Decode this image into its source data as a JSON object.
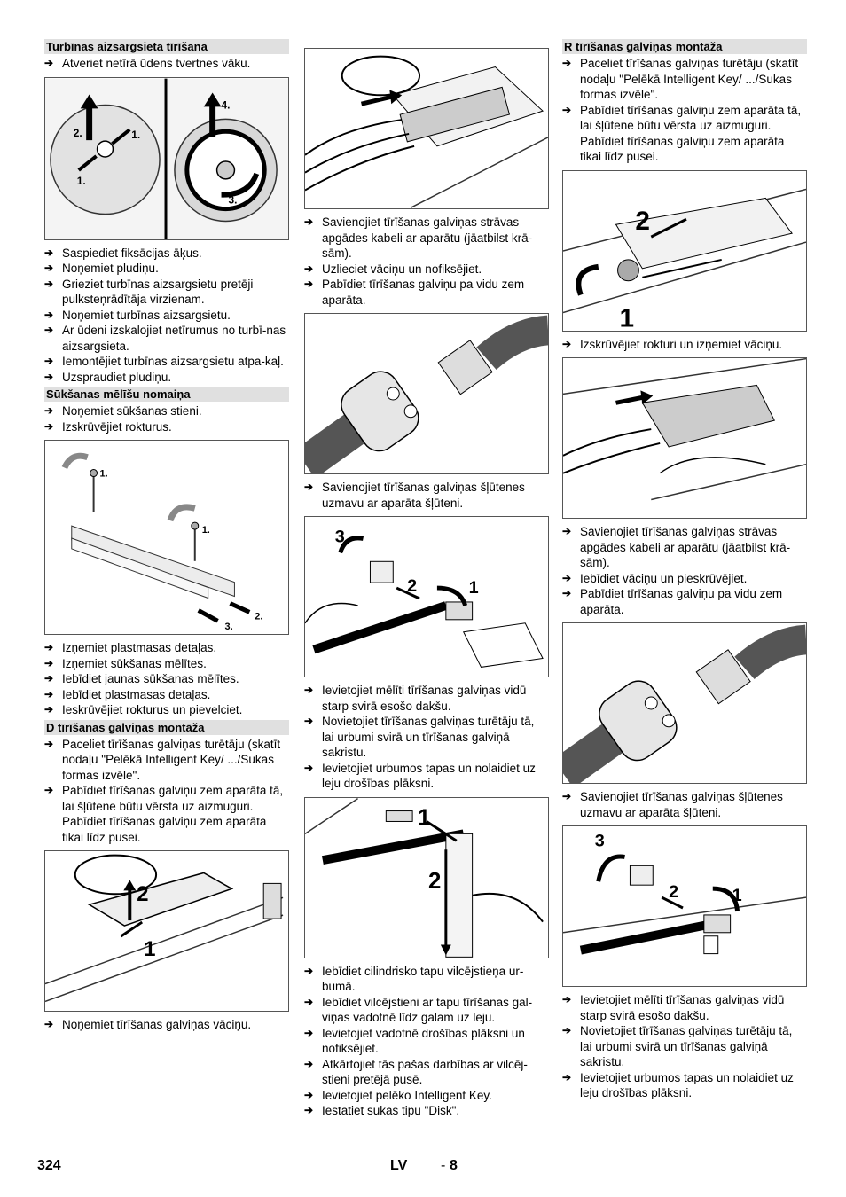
{
  "col1": {
    "h1": "Turbīnas aizsargsieta tīrīšana",
    "s1": [
      "Atveriet netīrā ūdens tvertnes vāku."
    ],
    "f1_labels": [
      "2.",
      "1.",
      "1.",
      "4.",
      "3."
    ],
    "s2": [
      "Saspiediet fiksācijas āķus.",
      "Noņemiet pludiņu.",
      "Grieziet turbīnas aizsargsietu pretēji pulksteņrādītāja virzienam.",
      "Noņemiet turbīnas aizsargsietu.",
      "Ar ūdeni izskalojiet netīrumus no turbī-nas aizsargsieta.",
      "Iemontējiet turbīnas aizsargsietu atpa-kaļ.",
      "Uzspraudiet pludiņu."
    ],
    "h2": "Sūkšanas mēlīšu nomaiņa",
    "s3": [
      "Noņemiet sūkšanas stieni.",
      "Izskrūvējiet rokturus."
    ],
    "f2_labels": [
      "1.",
      "1.",
      "2.",
      "3."
    ],
    "s4": [
      "Izņemiet plastmasas detaļas.",
      "Izņemiet sūkšanas mēlītes.",
      "Iebīdiet jaunas sūkšanas mēlītes.",
      "Iebīdiet plastmasas detaļas.",
      "Ieskrūvējiet rokturus un pievelciet."
    ],
    "h3": "D tīrīšanas galviņas montāža",
    "s5": [
      "Paceliet tīrīšanas galviņas turētāju (skatīt nodaļu \"Pelēkā Intelligent Key/ .../Sukas formas izvēle\".",
      "Pabīdiet tīrīšanas galviņu zem aparāta tā, lai šļūtene būtu vērsta uz aizmuguri. Pabīdiet tīrīšanas galviņu zem aparāta tikai līdz pusei."
    ],
    "f3_labels": [
      "2",
      "1"
    ],
    "s6": [
      "Noņemiet tīrīšanas galviņas vāciņu."
    ]
  },
  "col2": {
    "s1": [
      "Savienojiet tīrīšanas galviņas strāvas apgādes kabeli ar aparātu (jāatbilst krā-sām).",
      "Uzlieciet vāciņu un nofiksējiet.",
      "Pabīdiet tīrīšanas galviņu pa vidu zem aparāta."
    ],
    "s2": [
      "Savienojiet tīrīšanas galviņas šļūtenes uzmavu ar aparāta šļūteni."
    ],
    "f3_labels": [
      "3",
      "2",
      "1"
    ],
    "s3": [
      "Ievietojiet mēlīti tīrīšanas galviņas vidū starp svirā esošo dakšu.",
      "Novietojiet tīrīšanas galviņas turētāju tā, lai urbumi svirā un tīrīšanas galviņā sakristu.",
      "Ievietojiet urbumos tapas un nolaidiet uz leju drošības plāksni."
    ],
    "f4_labels": [
      "1",
      "2"
    ],
    "s4": [
      "Iebīdiet cilindrisko tapu vilcējstieņa ur-bumā.",
      "Iebīdiet vilcējstieni ar tapu tīrīšanas gal-viņas vadotnē līdz galam uz leju.",
      "Ievietojiet vadotnē drošības plāksni un nofiksējiet.",
      "Atkārtojiet tās pašas darbības ar vilcēj-stieni pretējā pusē.",
      "Ievietojiet pelēko Intelligent Key.",
      "Iestatiet sukas tipu \"Disk\"."
    ]
  },
  "col3": {
    "h1": "R tīrīšanas galviņas montāža",
    "s1": [
      "Paceliet tīrīšanas galviņas turētāju (skatīt nodaļu \"Pelēkā Intelligent Key/ .../Sukas formas izvēle\".",
      "Pabīdiet tīrīšanas galviņu zem aparāta tā, lai šļūtene būtu vērsta uz aizmuguri. Pabīdiet tīrīšanas galviņu zem aparāta tikai līdz pusei."
    ],
    "f1_labels": [
      "2",
      "1"
    ],
    "s2": [
      "Izskrūvējiet rokturi un izņemiet vāciņu."
    ],
    "s3": [
      "Savienojiet tīrīšanas galviņas strāvas apgādes kabeli ar aparātu (jāatbilst krā-sām).",
      "Iebīdiet vāciņu un pieskrūvējiet.",
      "Pabīdiet tīrīšanas galviņu pa vidu zem aparāta."
    ],
    "s4": [
      "Savienojiet tīrīšanas galviņas šļūtenes uzmavu ar aparāta šļūteni."
    ],
    "f4_labels": [
      "3",
      "2",
      "1"
    ],
    "s5": [
      "Ievietojiet mēlīti tīrīšanas galviņas vidū starp svirā esošo dakšu.",
      "Novietojiet tīrīšanas galviņas turētāju tā, lai urbumi svirā un tīrīšanas galviņā sakristu.",
      "Ievietojiet urbumos tapas un nolaidiet uz leju drošības plāksni."
    ]
  },
  "footer": {
    "page": "324",
    "lang": "LV",
    "sep": "-",
    "num": "8"
  }
}
